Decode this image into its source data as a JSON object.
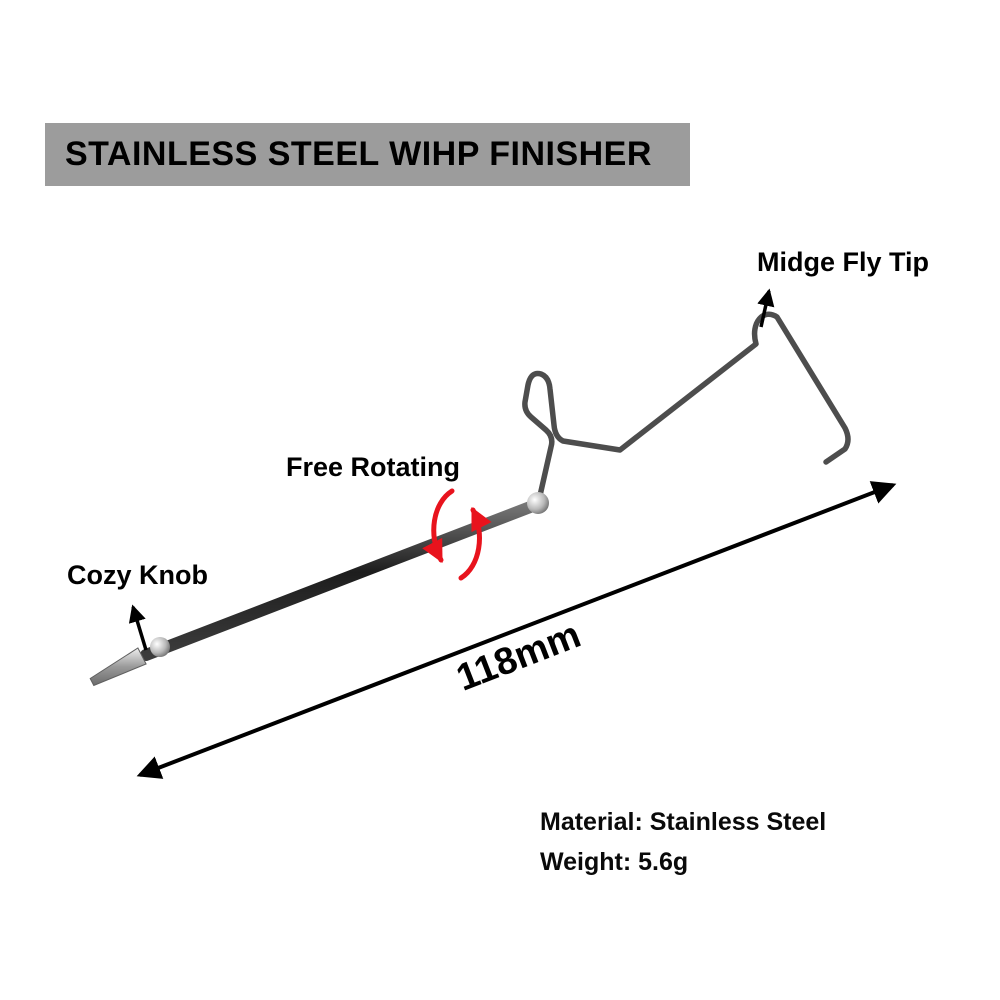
{
  "banner": {
    "title": "STAINLESS STEEL WIHP FINISHER",
    "bg_color": "#9c9c9c"
  },
  "callouts": {
    "midge_fly_tip": "Midge Fly Tip",
    "free_rotating": "Free Rotating",
    "cozy_knob": "Cozy Knob"
  },
  "dimension": {
    "length_label": "118mm"
  },
  "specs": {
    "material": "Material: Stainless Steel",
    "weight": "Weight: 5.6g"
  },
  "colors": {
    "annotation": "#000000",
    "rotation_arrow": "#e8131d",
    "steel_dark": "#2e2e2e",
    "steel_light": "#d6d6d6",
    "wire": "#4d4d4d"
  }
}
